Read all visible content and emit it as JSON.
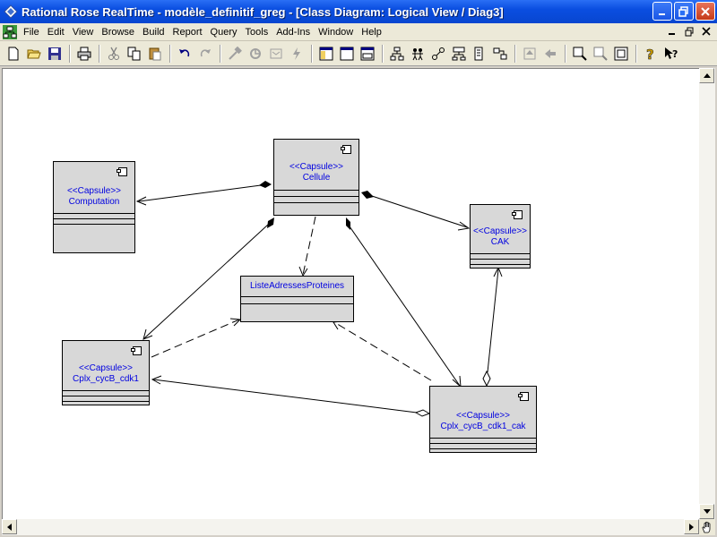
{
  "window": {
    "title": "Rational Rose RealTime - modèle_definitif_greg - [Class Diagram: Logical View / Diag3]"
  },
  "menu": [
    "File",
    "Edit",
    "View",
    "Browse",
    "Build",
    "Report",
    "Query",
    "Tools",
    "Add-Ins",
    "Window",
    "Help"
  ],
  "toolbar": {
    "icons": [
      "new-icon",
      "open-icon",
      "save-icon",
      "sep",
      "print-icon",
      "sep",
      "cut-icon",
      "copy-icon",
      "paste-icon",
      "sep",
      "undo-icon",
      "redo-icon",
      "sep",
      "build-icon",
      "run-icon",
      "component-icon",
      "lightning-icon",
      "sep",
      "browser-icon",
      "doc-window-icon",
      "log-window-icon",
      "sep",
      "hierarchy-icon",
      "people-icon",
      "link-icon",
      "class-icon",
      "package-icon",
      "dependency-icon",
      "sep",
      "up-icon",
      "back-icon",
      "sep",
      "zoom-in-icon",
      "zoom-out-icon",
      "fit-icon",
      "sep",
      "help-icon",
      "context-help-icon"
    ]
  },
  "diagram": {
    "classes": [
      {
        "id": "computation",
        "stereotype": "<<Capsule>>",
        "name": "Computation",
        "capsule": true
      },
      {
        "id": "cellule",
        "stereotype": "<<Capsule>>",
        "name": "Cellule",
        "capsule": true
      },
      {
        "id": "cak",
        "stereotype": "<<Capsule>>",
        "name": "CAK",
        "capsule": true
      },
      {
        "id": "liste",
        "stereotype": "",
        "name": "ListeAdressesProteines",
        "capsule": false
      },
      {
        "id": "cdk1",
        "stereotype": "<<Capsule>>",
        "name": "Cplx_cycB_cdk1",
        "capsule": true
      },
      {
        "id": "cdk1cak",
        "stereotype": "<<Capsule>>",
        "name": "Cplx_cycB_cdk1_cak",
        "capsule": true
      }
    ]
  },
  "colors": {
    "titlebar": "#0a4ee0",
    "class_fill": "#d8d8d8",
    "class_text": "#0000e0"
  }
}
